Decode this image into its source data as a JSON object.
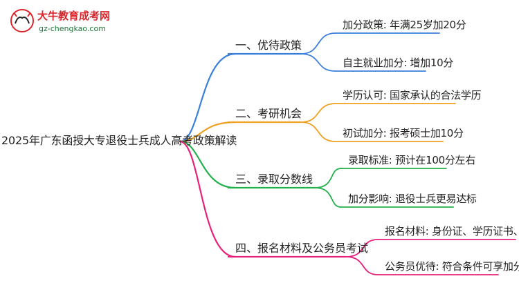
{
  "logo": {
    "title": "大牛教育成考网",
    "url": "gz-chengkao.com"
  },
  "root": {
    "label": "2025年广东函授大专退役士兵成人高考政策解读"
  },
  "branches": [
    {
      "label": "一、优待政策",
      "color": "#3a7fd9",
      "leaves": [
        "加分政策: 年满25岁加20分",
        "自主就业加分: 增加10分"
      ]
    },
    {
      "label": "二、考研机会",
      "color": "#f0a020",
      "leaves": [
        "学历认可: 国家承认的合法学历",
        "初试加分: 报考硕士加10分"
      ]
    },
    {
      "label": "三、录取分数线",
      "color": "#22b04b",
      "leaves": [
        "录取标准: 预计在100分左右",
        "加分影响: 退役士兵更易达标"
      ]
    },
    {
      "label": "四、报名材料及公务员考试",
      "color": "#e8207a",
      "leaves": [
        "报名材料: 身份证、学历证书、照片",
        "公务员优待: 符合条件可享加分"
      ]
    }
  ]
}
